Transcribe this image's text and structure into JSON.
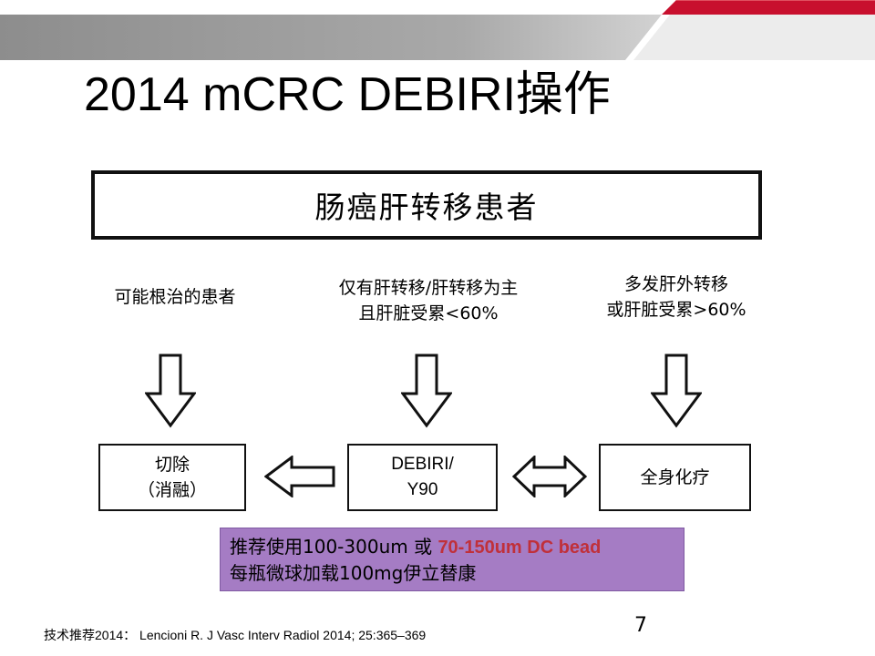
{
  "title": "2014 mCRC DEBIRI操作",
  "header_box": "肠癌肝转移患者",
  "columns": [
    {
      "lines": [
        "可能根治的患者"
      ]
    },
    {
      "lines": [
        "仅有肝转移/肝转移为主",
        "且肝脏受累<60%"
      ]
    },
    {
      "lines": [
        "多发肝外转移",
        "或肝脏受累>60%"
      ]
    }
  ],
  "boxes": [
    {
      "lines": [
        "切除",
        "（消融）"
      ]
    },
    {
      "lines": [
        "DEBIRI/",
        "Y90"
      ]
    },
    {
      "lines": [
        "全身化疗"
      ]
    }
  ],
  "recommendation": {
    "line1_prefix": "推荐使用100-300um 或 ",
    "line1_highlight": "70-150um DC bead",
    "line2": "每瓶微球加载100mg伊立替康"
  },
  "page_number": "7",
  "footer": "技术推荐2014：  Lencioni R. J Vasc Interv  Radiol 2014; 25:365–369",
  "colors": {
    "banner_gray": "#9a9a9a",
    "banner_red": "#c8102e",
    "recommendation_bg": "#a57cc4",
    "highlight_text": "#c0303a"
  }
}
